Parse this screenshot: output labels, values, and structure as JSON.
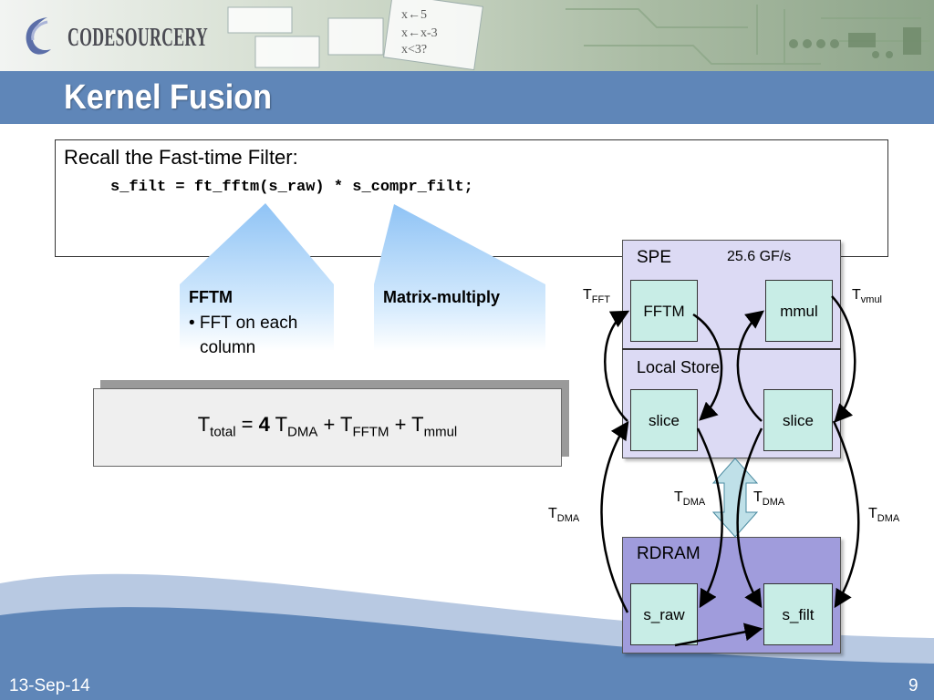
{
  "brand": {
    "logo_text": "CodeSourcery"
  },
  "slide": {
    "title": "Kernel Fusion",
    "recall": "Recall the Fast-time Filter:",
    "code": "s_filt = ft_fftm(s_raw) * s_compr_filt;",
    "callouts": {
      "fftm_title": "FFTM",
      "fftm_bullet_1": "• FFT on each",
      "fftm_bullet_2": "column",
      "mm_title": "Matrix-multiply"
    },
    "formula": {
      "t1": "T",
      "t1_sub": "total",
      "eq": " = ",
      "coef": "4",
      "t2": " T",
      "t2_sub": "DMA",
      "plus1": " + T",
      "t3_sub": "FFTM",
      "plus2": " + T",
      "t4_sub": "mmul"
    }
  },
  "diagram": {
    "spe_label": "SPE",
    "spe_rate": "25.6 GF/s",
    "local_store": "Local Store",
    "rdram_label": "RDRAM",
    "nodes": {
      "fftm": "FFTM",
      "mmul": "mmul",
      "slice_left": "slice",
      "slice_right": "slice",
      "s_raw": "s_raw",
      "s_filt": "s_filt"
    },
    "labels": {
      "t_fft": "T",
      "t_fft_sub": "FFT",
      "t_vmul": "T",
      "t_vmul_sub": "vmul",
      "t_dma": "T",
      "t_dma_sub": "DMA"
    }
  },
  "footer": {
    "date": "13-Sep-14",
    "page": "9"
  },
  "colors": {
    "title_bar": "#5f86b8",
    "spe_fill": "#dcdaf4",
    "rdram_fill": "#a09cdc",
    "node_fill": "#c8ede6",
    "callout_blue": "#8fc3f5"
  }
}
